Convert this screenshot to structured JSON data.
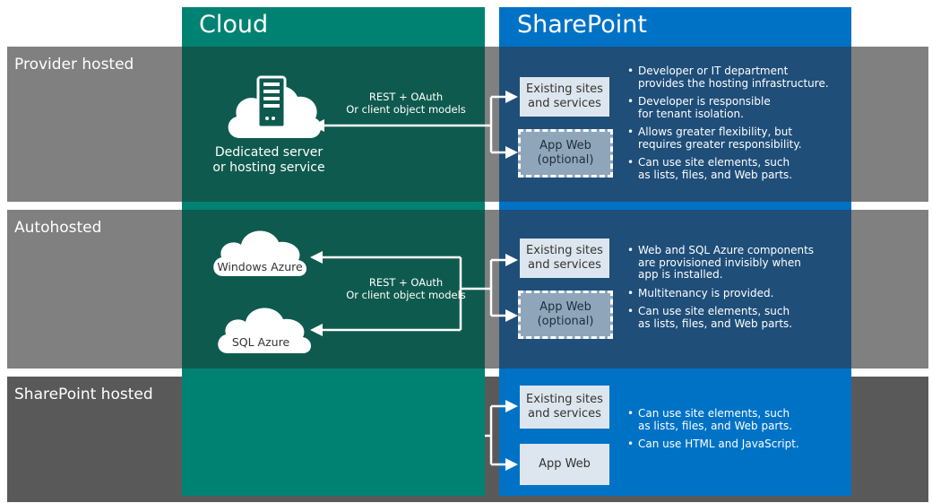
{
  "columns": {
    "cloud": "Cloud",
    "sharepoint": "SharePoint"
  },
  "colors": {
    "cloud_column": "#008272",
    "cloud_column_dark": "#0f5a4e",
    "sharepoint_column": "#0072c6",
    "sharepoint_column_dark": "#1f4e79",
    "band_light": "#808080",
    "band_dark": "#595959"
  },
  "bands": [
    {
      "label": "Provider hosted",
      "connector": "REST + OAuth\nOr client object models",
      "hosting": "Dedicated server\nor hosting service",
      "boxes": [
        "Existing sites\nand services",
        "App Web\n(optional)"
      ],
      "bullets": [
        "Developer or IT department\nprovides the hosting infrastructure.",
        "Developer is responsible\nfor tenant isolation.",
        "Allows greater flexibility, but\nrequires greater responsibility.",
        "Can use site elements, such\nas lists, files, and Web parts."
      ]
    },
    {
      "label": "Autohosted",
      "connector": "REST + OAuth\nOr client object models",
      "clouds": [
        "Windows Azure",
        "SQL Azure"
      ],
      "boxes": [
        "Existing sites\nand services",
        "App Web\n(optional)"
      ],
      "bullets": [
        "Web and SQL Azure components\nare provisioned invisibly when\napp is installed.",
        "Multitenancy is provided.",
        "Can use site elements, such\nas lists, files, and Web parts."
      ]
    },
    {
      "label": "SharePoint hosted",
      "boxes": [
        "Existing sites\nand services",
        "App Web"
      ],
      "bullets": [
        "Can use site elements, such\nas lists, files, and Web parts.",
        "Can use HTML and JavaScript."
      ]
    }
  ]
}
